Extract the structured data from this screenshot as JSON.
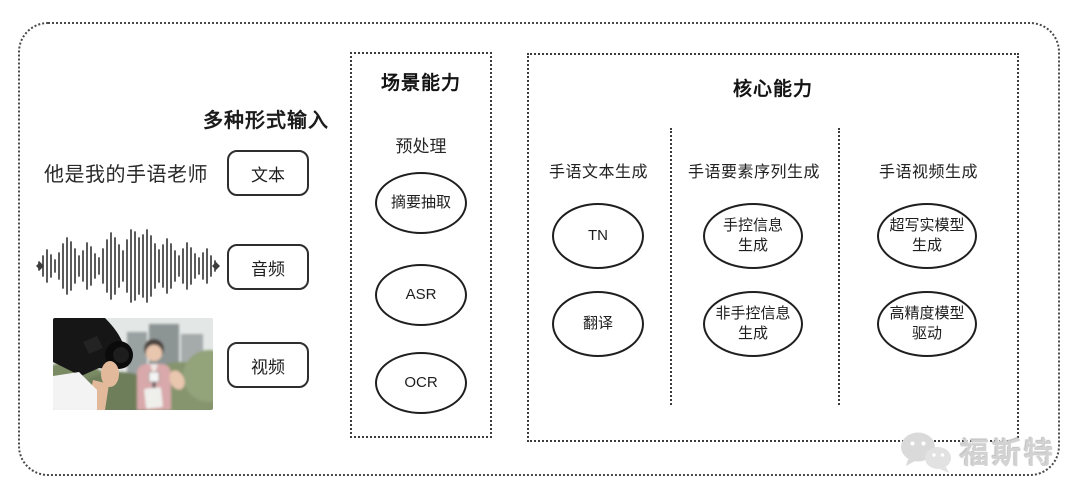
{
  "figure": {
    "input": {
      "title": "多种形式输入",
      "sample_text": "他是我的手语老师",
      "types": [
        {
          "label": "文本"
        },
        {
          "label": "音频"
        },
        {
          "label": "视频"
        }
      ]
    },
    "scene": {
      "title": "场景能力",
      "stage_label": "预处理",
      "nodes": [
        "摘要抽取",
        "ASR",
        "OCR"
      ]
    },
    "core": {
      "title": "核心能力",
      "columns": [
        {
          "header": "手语文本生成",
          "nodes": [
            "TN",
            "翻译"
          ]
        },
        {
          "header": "手语要素序列生成",
          "nodes": [
            "手控信息\n生成",
            "非手控信息\n生成"
          ]
        },
        {
          "header": "手语视频生成",
          "nodes": [
            "超写实模型\n生成",
            "高精度模型\n驱动"
          ]
        }
      ]
    },
    "watermark": {
      "brand": "福斯特"
    }
  },
  "colors": {
    "stroke": "#2e2e2e",
    "dotted_border": "#3c3c3c",
    "watermark": "#d2d2d2"
  }
}
